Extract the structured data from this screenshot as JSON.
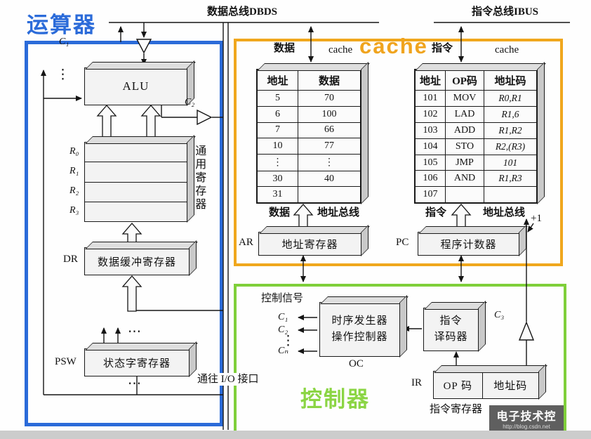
{
  "buses": {
    "data_bus": "数据总线DBDS",
    "instr_bus": "指令总线IBUS"
  },
  "colors": {
    "alu_frame": "#2b6bd9",
    "cache_frame": "#f0a71d",
    "controller_frame": "#7fcf3a"
  },
  "alu_unit": {
    "title": "运算器",
    "c1": "C₁",
    "c2": "C₂",
    "alu": "ALU",
    "regs": {
      "r0": "R₀",
      "r1": "R₁",
      "r2": "R₂",
      "r3": "R₃"
    },
    "reg_file": "通用寄存器",
    "dr_abbr": "DR",
    "dr_name": "数据缓冲寄存器",
    "psw_abbr": "PSW",
    "psw_name": "状态字寄存器",
    "vdots": "⋮",
    "hdots": "⋯",
    "io_path": "通往 I/O 接口"
  },
  "cache": {
    "title": "cache",
    "data_label": "数据",
    "cache_left": "cache",
    "instr_label": "指令",
    "cache_right": "cache",
    "data_table": {
      "headers": [
        "地址",
        "数据"
      ],
      "rows": [
        [
          "5",
          "70"
        ],
        [
          "6",
          "100"
        ],
        [
          "7",
          "66"
        ],
        [
          "10",
          "77"
        ],
        [
          "⋮",
          "⋮"
        ],
        [
          "30",
          "40"
        ],
        [
          "31",
          ""
        ]
      ]
    },
    "instr_table": {
      "headers": [
        "地址",
        "OP码",
        "地址码"
      ],
      "rows": [
        [
          "101",
          "MOV",
          "R0,R1"
        ],
        [
          "102",
          "LAD",
          "R1,6"
        ],
        [
          "103",
          "ADD",
          "R1,R2"
        ],
        [
          "104",
          "STO",
          "R2,(R3)"
        ],
        [
          "105",
          "JMP",
          "101"
        ],
        [
          "106",
          "AND",
          "R1,R3"
        ],
        [
          "107",
          "",
          ""
        ]
      ]
    },
    "data_out": "数据",
    "addr_bus_left": "地址总线",
    "instr_out": "指令",
    "addr_bus_right": "地址总线",
    "ar_abbr": "AR",
    "ar_name": "地址寄存器",
    "pc_abbr": "PC",
    "pc_name": "程序计数器",
    "plus_one": "+1"
  },
  "controller": {
    "title": "控制器",
    "ctrl_signal": "控制信号",
    "c1": "C₁",
    "c2": "C₂",
    "cdots": "⋮",
    "cn": "Cₙ",
    "timing1": "时序发生器",
    "timing2": "操作控制器",
    "oc": "OC",
    "decoder1": "指令",
    "decoder2": "译码器",
    "c3": "C₃",
    "ir_abbr": "IR",
    "op_field": "OP 码",
    "addr_field": "地址码",
    "ir_name": "指令寄存器"
  },
  "watermark": {
    "name": "电子技术控",
    "url": "http://blog.csdn.net"
  }
}
